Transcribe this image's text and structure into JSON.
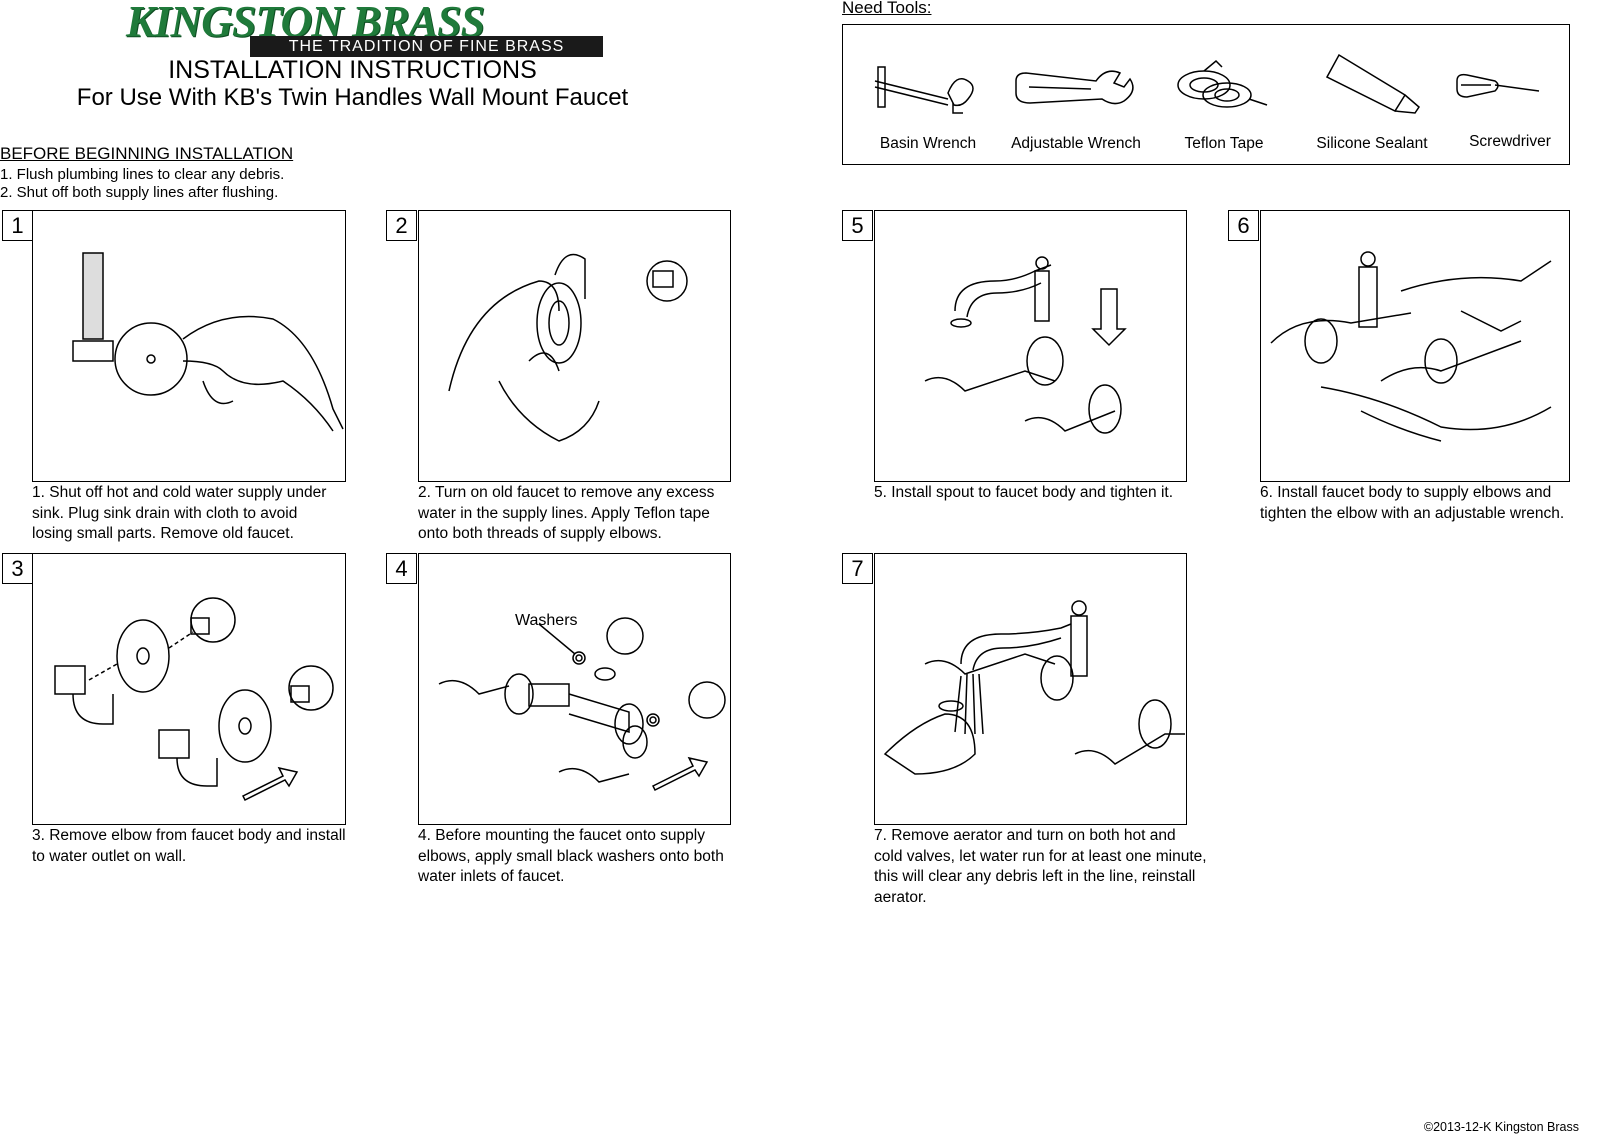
{
  "header": {
    "brand": "KINGSTON BRASS",
    "tagline": "THE TRADITION OF FINE BRASS",
    "title": "INSTALLATION INSTRUCTIONS",
    "subtitle": "For Use With KB's Twin Handles Wall Mount Faucet"
  },
  "before": {
    "heading": "BEFORE BEGINNING INSTALLATION",
    "items": [
      "1. Flush plumbing lines to clear any debris.",
      "2. Shut off both supply lines after flushing."
    ]
  },
  "tools": {
    "heading": "Need Tools:",
    "items": [
      {
        "label": "Basin Wrench",
        "icon": "basin-wrench-icon"
      },
      {
        "label": "Adjustable Wrench",
        "icon": "adjustable-wrench-icon"
      },
      {
        "label": "Teflon Tape",
        "icon": "teflon-tape-icon"
      },
      {
        "label": "Silicone Sealant",
        "icon": "silicone-sealant-icon"
      },
      {
        "label": "Screwdriver",
        "icon": "screwdriver-icon"
      }
    ]
  },
  "steps": [
    {
      "number": "1",
      "caption": "1. Shut off hot and cold water supply under\nsink.  Plug sink drain with cloth to avoid\nlosing small parts.  Remove old faucet."
    },
    {
      "number": "2",
      "caption": "2. Turn on old faucet to remove any excess\nwater in the supply lines.  Apply Teflon tape\nonto both threads of supply elbows."
    },
    {
      "number": "3",
      "caption": "3. Remove elbow from faucet body and install\nto water outlet on wall."
    },
    {
      "number": "4",
      "caption": "4. Before mounting the faucet onto supply\nelbows, apply small black washers onto both\nwater inlets of faucet.",
      "label": "Washers"
    },
    {
      "number": "5",
      "caption": "5. Install spout to faucet body and tighten it."
    },
    {
      "number": "6",
      "caption": "6. Install faucet body to supply elbows and\ntighten the elbow with an adjustable wrench."
    },
    {
      "number": "7",
      "caption": "7. Remove aerator and turn on both hot and\ncold valves, let water run for at least one minute,\nthis will clear any debris left in the line, reinstall\naerator."
    }
  ],
  "footer": {
    "copyright": "©2013-12-K  Kingston Brass"
  },
  "colors": {
    "brand_green": "#1f7a3a",
    "tagline_bg": "#1a1a1a"
  }
}
